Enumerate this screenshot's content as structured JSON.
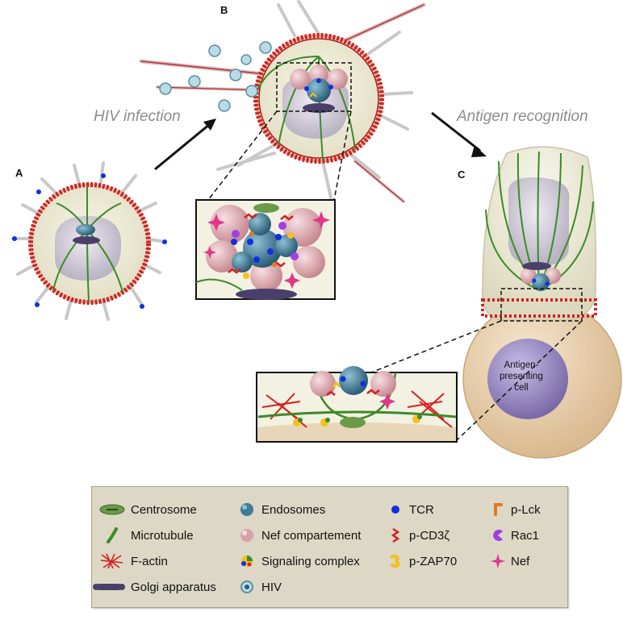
{
  "panels": {
    "a": "A",
    "b": "B",
    "c": "C"
  },
  "steps": {
    "infection": "HIV infection",
    "recognition": "Antigen recognition"
  },
  "apc": {
    "line1": "Antigen-",
    "line2": "presenting",
    "line3": "cell"
  },
  "legend": {
    "col1": [
      {
        "label": "Centrosome",
        "icon": "centrosome-icon"
      },
      {
        "label": "Microtubule",
        "icon": "microtubule-icon"
      },
      {
        "label": "F-actin",
        "icon": "f-actin-icon"
      },
      {
        "label": "Golgi apparatus",
        "icon": "golgi-icon"
      }
    ],
    "col2": [
      {
        "label": "Endosomes",
        "icon": "endosome-icon"
      },
      {
        "label": "Nef compartement",
        "icon": "nef-compartment-icon"
      },
      {
        "label": "Signaling complex",
        "icon": "signaling-complex-icon"
      },
      {
        "label": "HIV",
        "icon": "hiv-icon"
      }
    ],
    "col3": [
      {
        "label": "TCR",
        "icon": "tcr-icon"
      },
      {
        "label": "p-CD3ζ",
        "icon": "p-cd3z-icon"
      },
      {
        "label": "p-ZAP70",
        "icon": "p-zap70-icon"
      }
    ],
    "col4": [
      {
        "label": "p-Lck",
        "icon": "p-lck-icon"
      },
      {
        "label": "Rac1",
        "icon": "rac1-icon"
      },
      {
        "label": "Nef",
        "icon": "nef-icon"
      }
    ]
  },
  "colors": {
    "actin": "#d42020",
    "microtubule": "#3d8a2a",
    "cell": "#efedd9",
    "nucleus": "#c9c4cf",
    "golgi": "#4a3f6b",
    "tcr": "#1030e0",
    "endosome": "#3f7c98",
    "nef_compartment": "#d9a0a8",
    "nef": "#e0388a",
    "zap70": "#f2c21c",
    "lck": "#e07a20",
    "rac1": "#a040e0",
    "legend_bg": "#dcd8c5",
    "apc": "#e8cfae"
  }
}
